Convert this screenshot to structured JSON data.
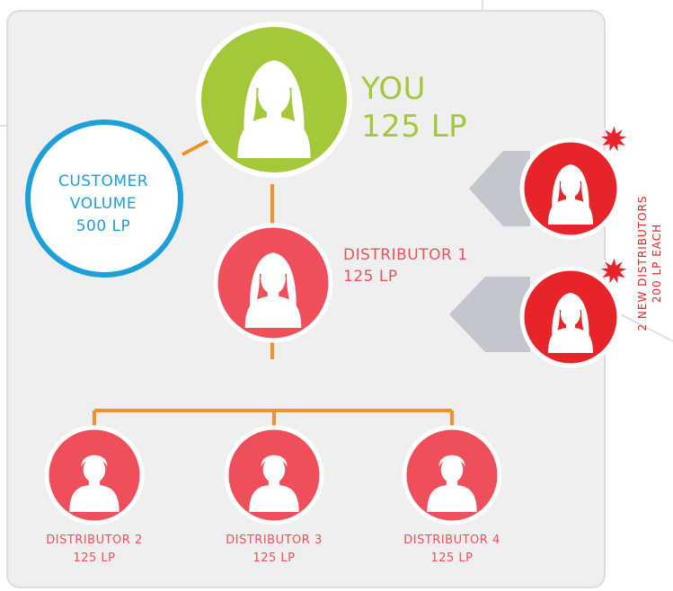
{
  "you": {
    "line1": "YOU",
    "line2": "125 LP"
  },
  "customer": {
    "line1": "CUSTOMER",
    "line2": "VOLUME",
    "line3": "500 LP"
  },
  "distributor1": {
    "line1": "DISTRIBUTOR 1",
    "line2": "125 LP"
  },
  "distributor2": {
    "line1": "DISTRIBUTOR 2",
    "line2": "125 LP"
  },
  "distributor3": {
    "line1": "DISTRIBUTOR 3",
    "line2": "125 LP"
  },
  "distributor4": {
    "line1": "DISTRIBUTOR 4",
    "line2": "125 LP"
  },
  "new_distributors": {
    "line1": "2 NEW DISTRIBUTORS",
    "line2": "200 LP EACH"
  },
  "colors": {
    "you": "#a3c93a",
    "customer": "#1d9fd8",
    "distributor": "#ee4f5b",
    "new_distributor": "#e8242b",
    "connector": "#f0922b",
    "panel": "#efefef"
  },
  "icons": [
    "woman-avatar-icon",
    "man-avatar-icon",
    "starburst-icon",
    "chevron-left-icon"
  ]
}
